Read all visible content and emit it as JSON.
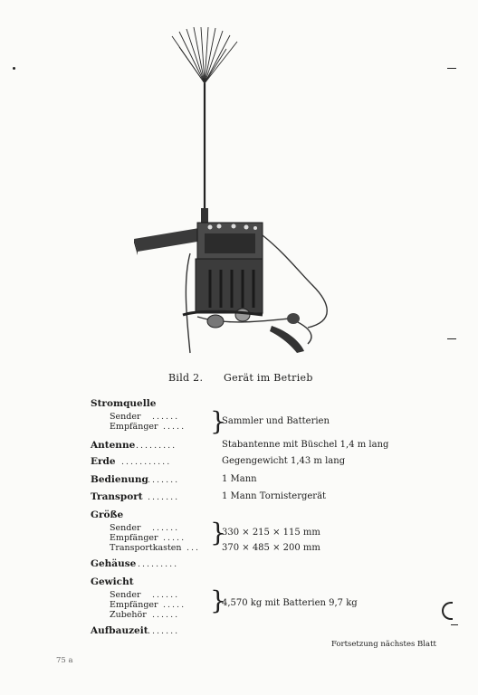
{
  "caption": {
    "label": "Bild 2.",
    "text": "Gerät im Betrieb"
  },
  "specs": {
    "stromquelle": {
      "label": "Stromquelle",
      "sender": "Sender",
      "empfaenger": "Empfänger",
      "value": "Sammler und Batterien"
    },
    "antenne": {
      "label": "Antenne",
      "value": "Stabantenne mit Büschel 1,4 m lang"
    },
    "erde": {
      "label": "Erde",
      "value": "Gegengewicht 1,43 m lang"
    },
    "bedienung": {
      "label": "Bedienung",
      "value": "1 Mann"
    },
    "transport": {
      "label": "Transport",
      "value": "1 Mann Tornistergerät"
    },
    "groesse": {
      "label": "Größe",
      "sender": "Sender",
      "empfaenger": "Empfänger",
      "transportkasten": "Transportkasten",
      "value_geraet": "330 × 215 × 115 mm",
      "value_kasten": "370 × 485 × 200 mm"
    },
    "gehaeuse": {
      "label": "Gehäuse"
    },
    "gewicht": {
      "label": "Gewicht",
      "sender": "Sender",
      "empfaenger": "Empfänger",
      "zubehoer": "Zubehör",
      "value": "4,570 kg mit Batterien 9,7 kg"
    },
    "aufbauzeit": {
      "label": "Aufbauzeit"
    }
  },
  "footer": {
    "continued": "Fortsetzung nächstes Blatt",
    "page": "75 a"
  }
}
